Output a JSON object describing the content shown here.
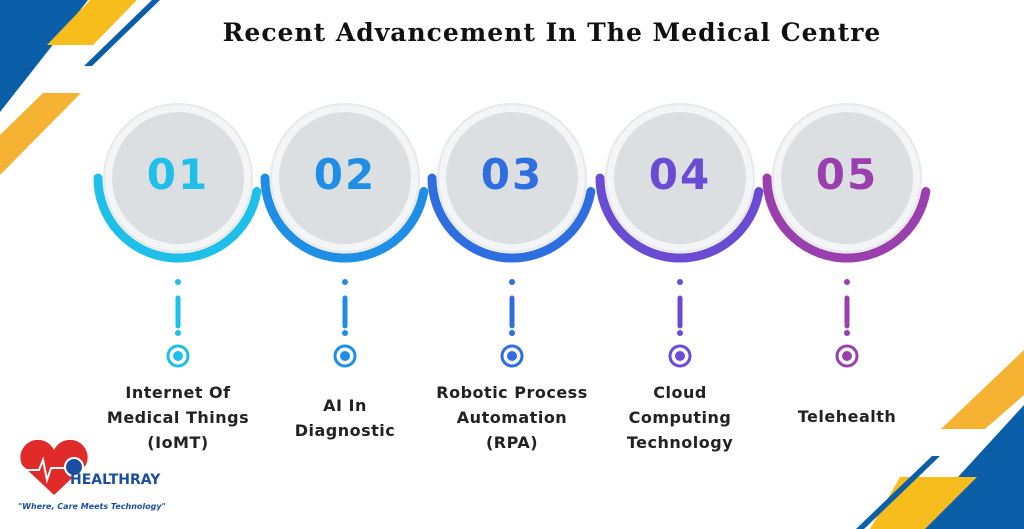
{
  "title": "Recent Advancement In The Medical Centre",
  "steps": [
    {
      "number": "01",
      "label": [
        "Internet Of",
        "Medical Things",
        "(IoMT)"
      ],
      "color": "#1ebfe8"
    },
    {
      "number": "02",
      "label": [
        "AI In",
        "Diagnostic"
      ],
      "color": "#1f8fe5"
    },
    {
      "number": "03",
      "label": [
        "Robotic Process",
        "Automation",
        "(RPA)"
      ],
      "color": "#2f6ee0"
    },
    {
      "number": "04",
      "label": [
        "Cloud",
        "Computing",
        "Technology"
      ],
      "color": "#6a4cd4"
    },
    {
      "number": "05",
      "label": [
        "Telehealth"
      ],
      "color": "#9a3fae"
    }
  ],
  "logo": {
    "brand": "HEALTHRAY",
    "tagline": "\"Where, Care Meets Technology\""
  },
  "colors": {
    "blue": "#0a5fa8",
    "yellow": "#f5b72a",
    "gray": "#dcdfe1"
  }
}
